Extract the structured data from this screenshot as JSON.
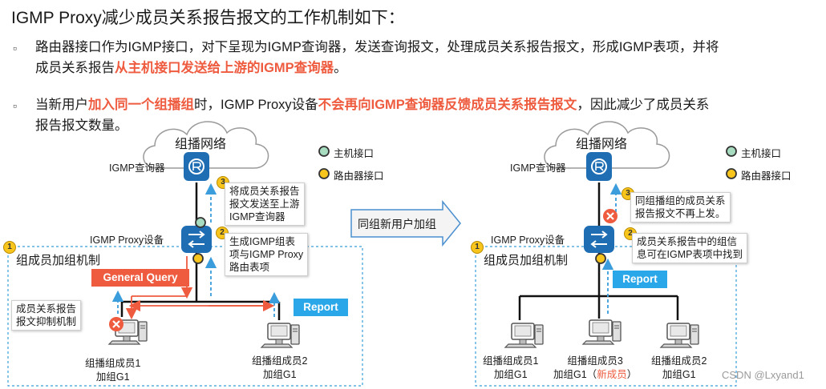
{
  "title": "IGMP Proxy减少成员关系报告报文的工作机制如下：",
  "bullet1": {
    "line1_a": "路由器接口作为IGMP接口，对下呈现为IGMP查询器，发送查询报文，处理成员关系报告报文，形成IGMP表项，并将",
    "line2_a": "成员关系报告",
    "line2_red": "从主机接口发送给上游的IGMP查询器",
    "line2_b": "。"
  },
  "bullet2": {
    "line1_a": "当新用户",
    "line1_red1": "加入同一个组播组",
    "line1_b": "时，IGMP Proxy设备",
    "line1_red2": "不会再向IGMP查询器反馈成员关系报告报文",
    "line1_c": "，因此减少了成员关系",
    "line2": "报告报文数量。"
  },
  "left_diagram": {
    "cloud_label": "组播网络",
    "querier_label": "IGMP查询器",
    "proxy_label": "IGMP Proxy设备",
    "legend_host": "主机接口",
    "legend_router": "路由器接口",
    "step3_num": "3",
    "step3_text": [
      "将成员关系报告",
      "报文发送至上游",
      "IGMP查询器"
    ],
    "step2_num": "2",
    "step2_text": [
      "生成IGMP组表",
      "项与IGMP Proxy",
      "路由表项"
    ],
    "step1_num": "1",
    "step1_title": "组成员加组机制",
    "general_query": "General Query",
    "report": "Report",
    "suppress_text": [
      "成员关系报告",
      "报文抑制机制"
    ],
    "member1": [
      "组播组成员1",
      "加组G1"
    ],
    "member2": [
      "组播组成员2",
      "加组G1"
    ]
  },
  "arrow_label": "同组新用户加组",
  "right_diagram": {
    "cloud_label": "组播网络",
    "querier_label": "IGMP查询器",
    "proxy_label": "IGMP Proxy设备",
    "legend_host": "主机接口",
    "legend_router": "路由器接口",
    "step3_num": "3",
    "step3_text": [
      "同组播组的成员关系",
      "报告报文不再上发。"
    ],
    "step2_num": "2",
    "step2_text": [
      "成员关系报告中的组信",
      "息可在IGMP表项中找到"
    ],
    "step1_num": "1",
    "step1_title": "组成员加组机制",
    "report": "Report",
    "member1": [
      "组播组成员1",
      "加组G1"
    ],
    "member3_line1": "组播组成员3",
    "member3_line2a": "加组G1（",
    "member3_new": "新成员",
    "member3_line2b": "）",
    "member2": [
      "组播组成员2",
      "加组G1"
    ]
  },
  "watermark": "CSDN @Lxyand1",
  "colors": {
    "red": "#ee5b3f",
    "blue_tag": "#2aa7e8",
    "router_blue": "#1f6eb4",
    "dashed_blue": "#3b9ddb",
    "host_dot": "#a8dcc0",
    "router_dot": "#f7c51b"
  }
}
